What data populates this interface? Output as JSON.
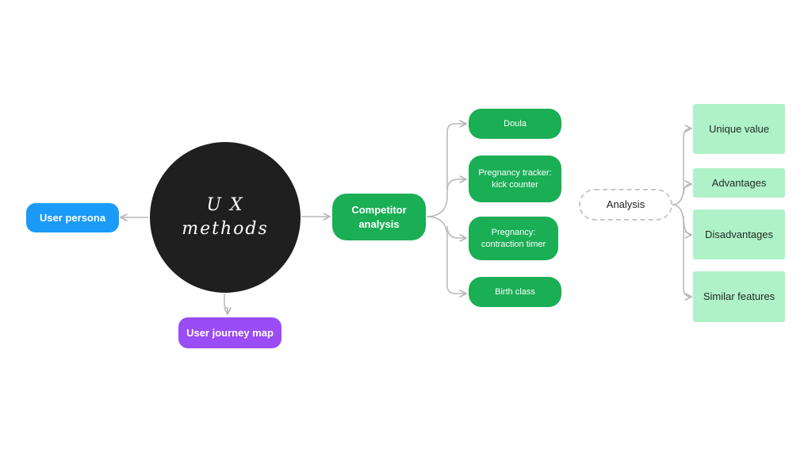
{
  "center": {
    "line1": "U X",
    "line2": "methods"
  },
  "left_node": "User persona",
  "bottom_node": "User journey map",
  "competitor_node": "Competitor analysis",
  "competitors": [
    "Doula",
    "Pregnancy tracker: kick counter",
    "Pregnancy: contraction timer",
    "Birth class"
  ],
  "analysis_node": "Analysis",
  "analysis_items": [
    "Unique value",
    "Advantages",
    "Disadvantages",
    "Similar features"
  ],
  "colors": {
    "center": "#1f1f1f",
    "persona": "#1a9bf8",
    "journey": "#9a4cf5",
    "competitor": "#1aae55",
    "analysis_item": "#b0f2c8",
    "connector": "#b8b8b8"
  }
}
